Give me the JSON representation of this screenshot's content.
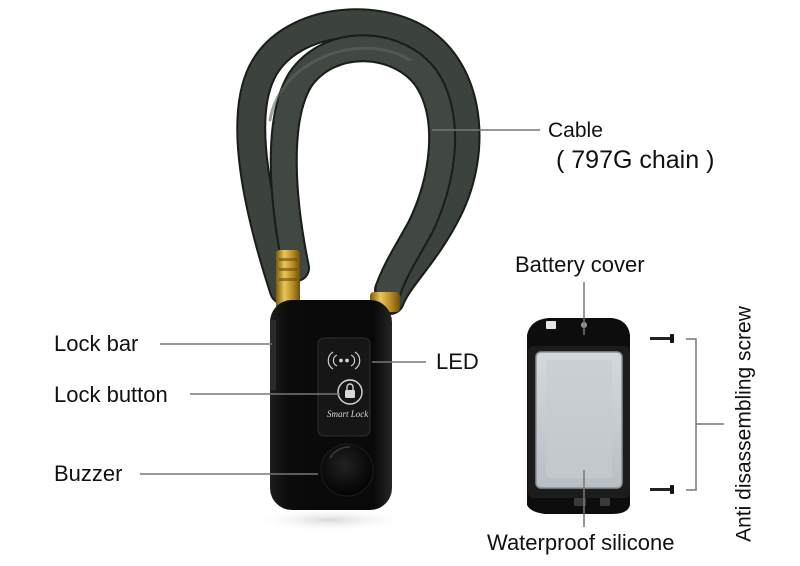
{
  "labels": {
    "cable": "Cable",
    "cable_sub": "( 797G chain )",
    "battery_cover": "Battery cover",
    "lock_bar": "Lock bar",
    "led": "LED",
    "lock_button": "Lock button",
    "buzzer": "Buzzer",
    "waterproof_silicone": "Waterproof silicone",
    "anti_screw": "Anti disassembling screw"
  },
  "device_text": "Smart Lock",
  "colors": {
    "background": "#ffffff",
    "cable": "#1a1d1a",
    "lock_body": "#0e0e0e",
    "brass": "#c49a2a",
    "leader_line": "#777777",
    "silicone": "#c9cfd3"
  }
}
